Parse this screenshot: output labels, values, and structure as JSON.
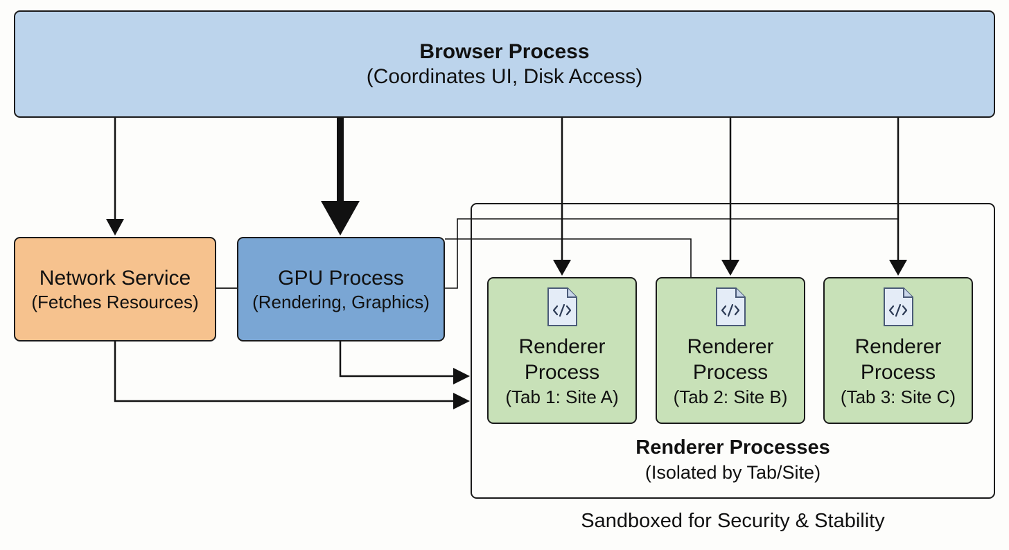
{
  "browser_process": {
    "title": "Browser Process",
    "subtitle": "(Coordinates UI, Disk Access)"
  },
  "network_service": {
    "title": "Network Service",
    "subtitle": "(Fetches Resources)"
  },
  "gpu_process": {
    "title": "GPU Process",
    "subtitle": "(Rendering, Graphics)"
  },
  "renderers": [
    {
      "line1": "Renderer",
      "line2": "Process",
      "tab": "(Tab 1: Site A)"
    },
    {
      "line1": "Renderer",
      "line2": "Process",
      "tab": "(Tab 2: Site B)"
    },
    {
      "line1": "Renderer",
      "line2": "Process",
      "tab": "(Tab 3: Site C)"
    }
  ],
  "renderer_group": {
    "title": "Renderer Processes",
    "subtitle": "(Isolated by Tab/Site)"
  },
  "sandbox_caption": "Sandboxed for Security & Stability",
  "colors": {
    "browser": "#bcd4ec",
    "network": "#f6c28e",
    "gpu": "#7aa6d4",
    "renderer": "#c8e1b8",
    "border": "#1a1a1a"
  },
  "icons": {
    "renderer_icon": "code-file-icon"
  }
}
